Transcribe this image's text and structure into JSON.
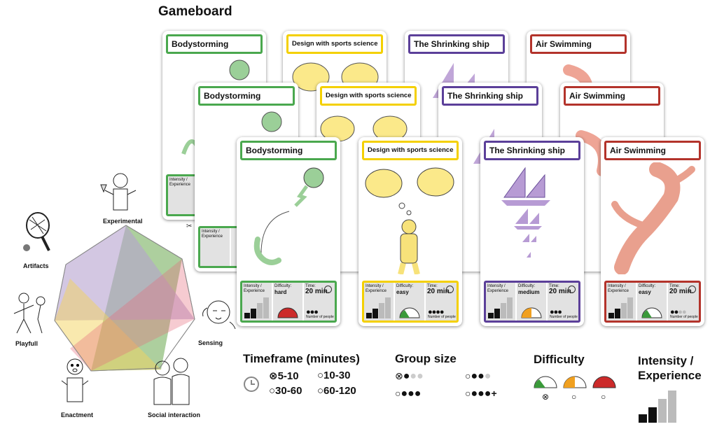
{
  "title": "Gameboard",
  "cards": {
    "bodystorming": "Bodystorming",
    "sports": "Design with sports science",
    "ship": "The Shrinking ship",
    "air": "Air Swimming"
  },
  "card_labels": {
    "intensity": "Intensity / Experience",
    "difficulty": "Difficulty:",
    "time": "Time:",
    "time_value": "20 min.",
    "people": "Number of people"
  },
  "difficulty_values": {
    "bodystorming": "hard",
    "sports": "easy",
    "ship": "medium",
    "air": "easy"
  },
  "categories": {
    "experimental": "Experimental",
    "artifacts": "Artifacts",
    "playfull": "Playfull",
    "sensing": "Sensing",
    "enactment": "Enactment",
    "social": "Social interaction"
  },
  "legend": {
    "timeframe": {
      "heading": "Timeframe (minutes)",
      "opt1": "⊗5-10",
      "opt2": "○10-30",
      "opt3": "○30-60",
      "opt4": "○60-120"
    },
    "group": {
      "heading": "Group size",
      "plus": "+"
    },
    "difficulty": {
      "heading": "Difficulty"
    },
    "intensity": {
      "heading_line1": "Intensity /",
      "heading_line2": "Experience"
    }
  },
  "colors": {
    "green": "#4aa84e",
    "yellow": "#f4d000",
    "purple": "#5b3f99",
    "red": "#b3332b",
    "hard": "#cc2a2a",
    "easy": "#3a9a3a",
    "medium": "#f0a020"
  }
}
